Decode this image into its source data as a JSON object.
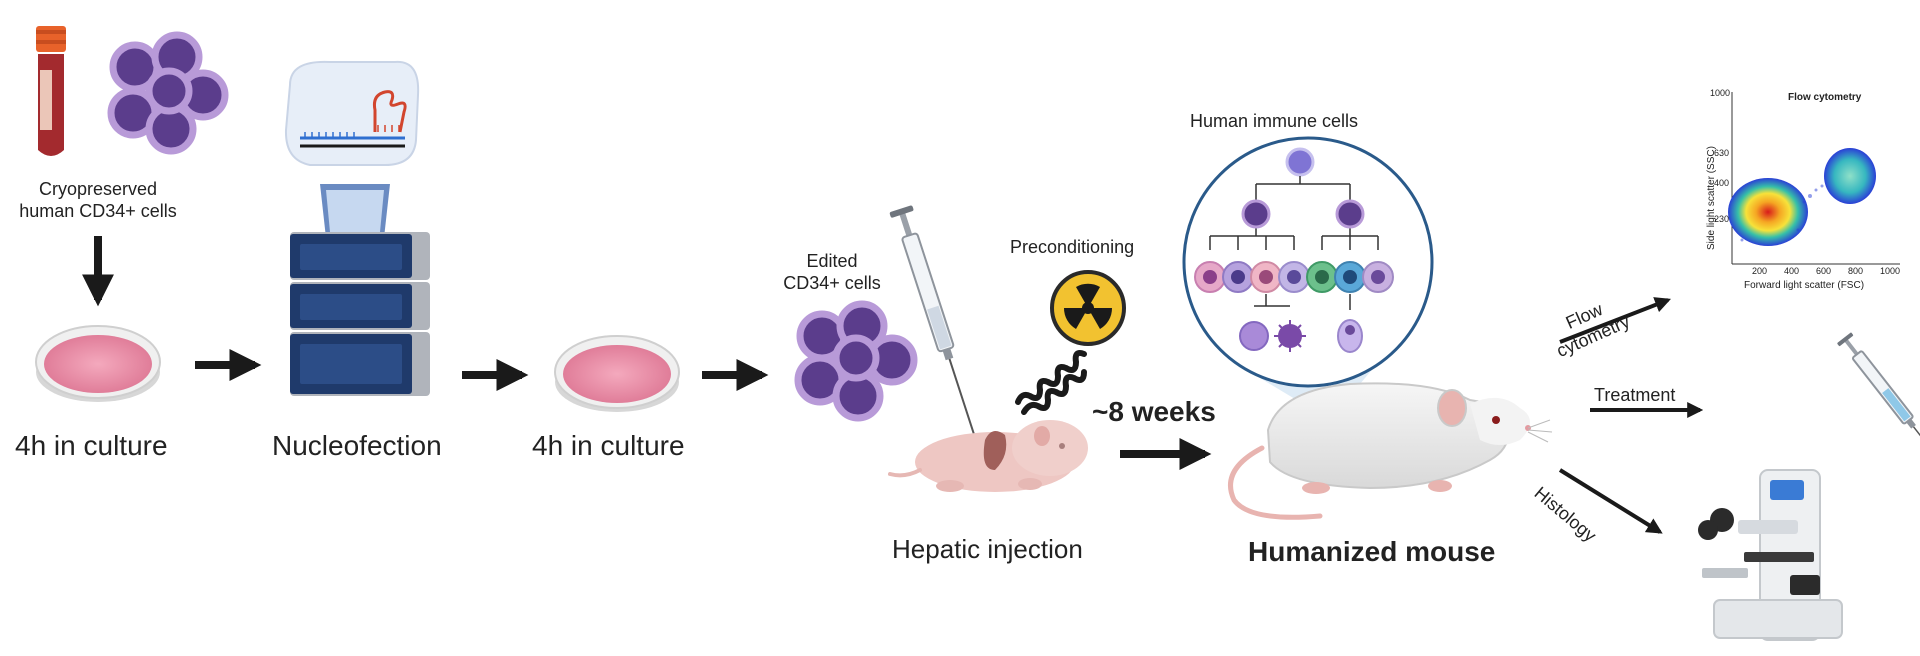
{
  "labels": {
    "cryo_line1": "Cryopreserved",
    "cryo_line2": "human CD34+ cells",
    "culture1": "4h in culture",
    "nucleofection": "Nucleofection",
    "culture2": "4h in culture",
    "edited_line1": "Edited",
    "edited_line2": "CD34+ cells",
    "preconditioning": "Preconditioning",
    "weeks": "~8 weeks",
    "hepatic": "Hepatic injection",
    "immune": "Human immune cells",
    "humanized": "Humanized mouse",
    "flow_line1": "Flow",
    "flow_line2": "cytometry",
    "treatment": "Treatment",
    "histology": "Histology"
  },
  "flow_plot": {
    "title": "Flow cytometry",
    "xlabel": "Forward light scatter (FSC)",
    "ylabel": "Side light scatter (SSC)",
    "xticks": [
      "200",
      "400",
      "600",
      "800",
      "1000"
    ],
    "yticks": [
      "230",
      "400",
      "630",
      "1000"
    ]
  },
  "colors": {
    "cell_purple": "#5b3d8c",
    "cell_ring": "#b89ad8",
    "dish_pink": "#e98aa4",
    "machine_blue": "#1f3a6b",
    "arrow": "#1a1a1a",
    "mouse_body": "#ececec",
    "mouse_pink": "#e8b4b0"
  }
}
